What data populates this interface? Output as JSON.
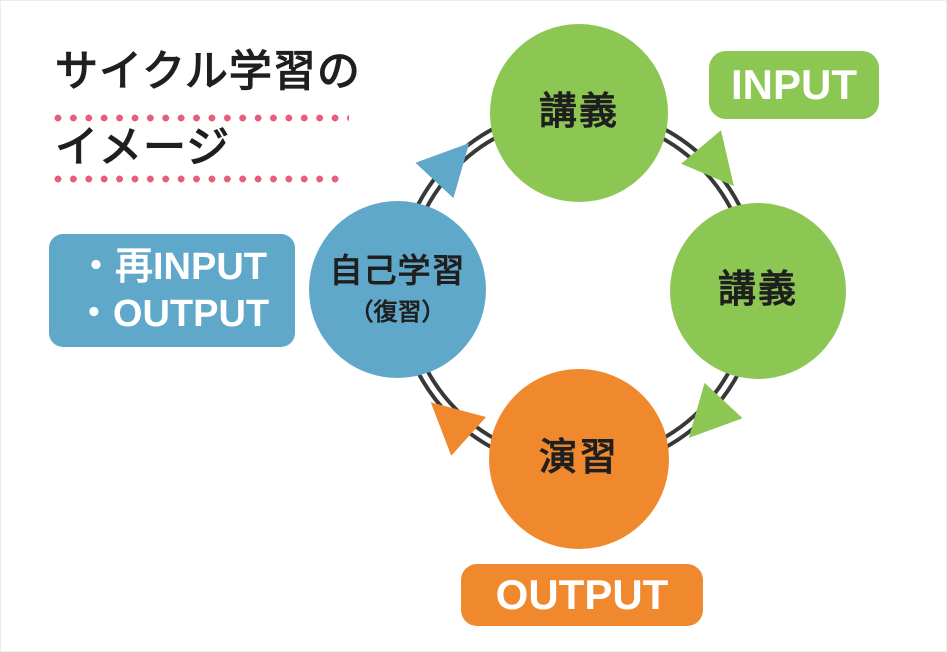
{
  "title": {
    "line1": "サイクル学習の",
    "line2": "イメージ"
  },
  "side_note": {
    "line1": "・再INPUT",
    "line2": "・OUTPUT"
  },
  "badges": {
    "input": "INPUT",
    "output": "OUTPUT"
  },
  "cycle": {
    "direction": "clockwise",
    "nodes": [
      {
        "position": "top",
        "label": "講義",
        "color": "green"
      },
      {
        "position": "right",
        "label": "講義",
        "color": "green"
      },
      {
        "position": "bottom",
        "label": "演習",
        "color": "orange"
      },
      {
        "position": "left",
        "label": "自己学習",
        "sublabel": "（復習）",
        "color": "blue"
      }
    ]
  },
  "colors": {
    "green": "#8cc653",
    "orange": "#f0892e",
    "blue": "#5fa8ca",
    "pink": "#e85d7c",
    "ring_line": "#383838",
    "text_dark": "#1f1f1f",
    "white": "#ffffff"
  }
}
